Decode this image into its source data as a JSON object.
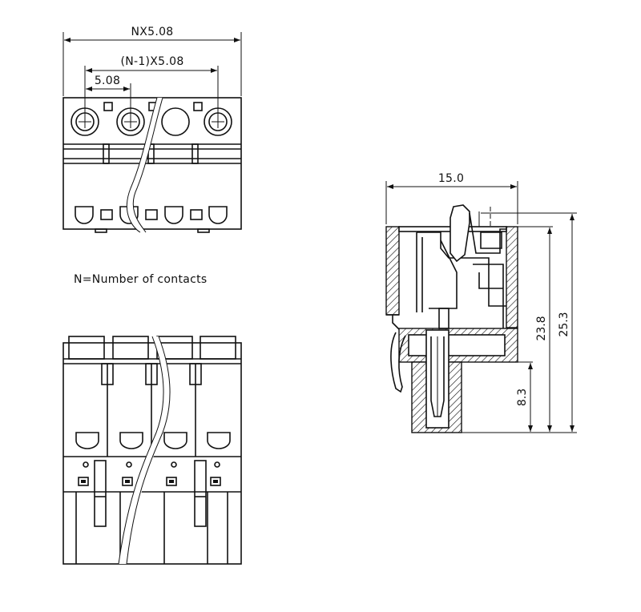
{
  "drawing": {
    "dimensions": {
      "total_width": "NX5.08",
      "pitch_span": "(N-1)X5.08",
      "pitch": "5.08",
      "depth": "15.0",
      "height_full": "25.3",
      "height_body": "23.8",
      "height_pin": "8.3"
    },
    "note": "N=Number of contacts",
    "views": [
      "front-view",
      "bottom-view",
      "side-section-view"
    ],
    "contact_count_shown": 4
  }
}
